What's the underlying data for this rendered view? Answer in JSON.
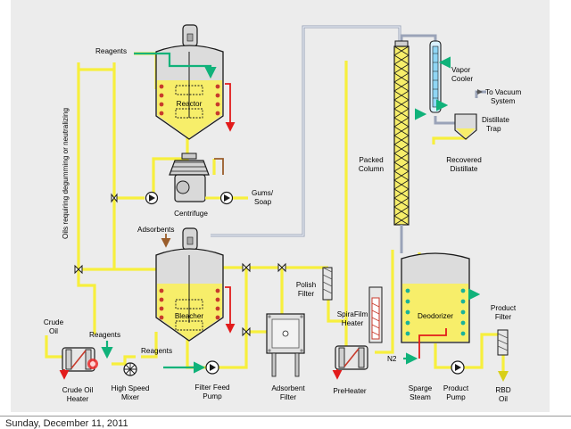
{
  "diagram": {
    "labels": {
      "reagents_top": "Reagents",
      "reactor": "Reactor",
      "centrifuge": "Centrifuge",
      "gums_soap": [
        "Gums/",
        "Soap"
      ],
      "adsorbents": "Adsorbents",
      "vertical_note": "Oils requiring degumming or neutralizing",
      "bleacher": "Bleacher",
      "polish_filter": [
        "Polish",
        "Filter"
      ],
      "spirafilm_heater": [
        "SpiraFilm",
        "Heater"
      ],
      "crude_oil": [
        "Crude",
        "Oil"
      ],
      "reagents_mid": "Reagents",
      "reagents_low": "Reagents",
      "crude_oil_heater": [
        "Crude Oil",
        "Heater"
      ],
      "high_speed_mixer": [
        "High Speed",
        "Mixer"
      ],
      "filter_feed_pump": [
        "Filter Feed",
        "Pump"
      ],
      "adsorbent_filter": [
        "Adsorbent",
        "Filter"
      ],
      "preheater": "PreHeater",
      "packed_column": [
        "Packed",
        "Column"
      ],
      "vapor_cooler": [
        "Vapor",
        "Cooler"
      ],
      "to_vacuum_system": [
        "To Vacuum",
        "System"
      ],
      "distillate_trap": [
        "Distillate",
        "Trap"
      ],
      "recovered_distillate": [
        "Recovered",
        "Distillate"
      ],
      "deodorizer": "Deodorizer",
      "product_filter": [
        "Product",
        "Filter"
      ],
      "n2": "N2",
      "sparge_steam": [
        "Sparge",
        "Steam"
      ],
      "product_pump": [
        "Product",
        "Pump"
      ],
      "rbd_oil": [
        "RBD",
        "Oil"
      ]
    },
    "colors": {
      "oil_line": "#f7ef3d",
      "vapor_line": "#9aa3b8",
      "reagent_line": "#10b27a",
      "heat_line": "#e21b1b",
      "adsorbent_line": "#9a5d2b",
      "liquid_fill": "#f7ee6a",
      "vessel_fill": "#dcdcdc"
    }
  },
  "footer": {
    "date": "Sunday, December 11, 2011"
  }
}
